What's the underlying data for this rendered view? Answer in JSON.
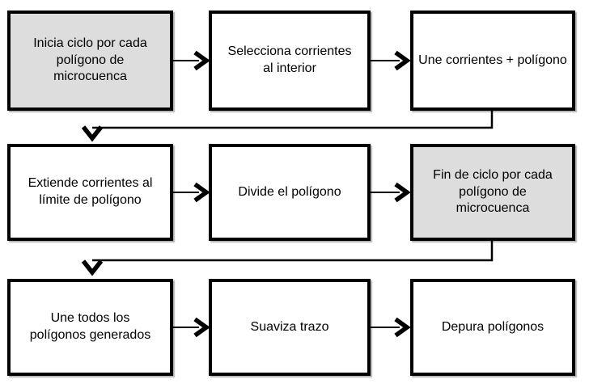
{
  "flowchart": {
    "colors": {
      "background": "#ffffff",
      "box_border": "#000000",
      "box_fill_default": "#ffffff",
      "box_fill_highlight": "#dddddd",
      "arrow": "#000000",
      "text": "#000000"
    },
    "nodes": [
      {
        "id": "inicia-ciclo",
        "label": "Inicia ciclo por cada\npolígono de\nmicrocuenca",
        "fill": "highlight",
        "row": 1,
        "col": 1
      },
      {
        "id": "selecciona-corrientes",
        "label": "Selecciona corrientes\nal interior",
        "fill": "default",
        "row": 1,
        "col": 2
      },
      {
        "id": "une-corrientes-poligono",
        "label": "Une corrientes + polígono",
        "fill": "default",
        "row": 1,
        "col": 3
      },
      {
        "id": "extiende-corrientes",
        "label": "Extiende corrientes al\nlímite de polígono",
        "fill": "default",
        "row": 2,
        "col": 1
      },
      {
        "id": "divide-poligono",
        "label": "Divide el polígono",
        "fill": "default",
        "row": 2,
        "col": 2
      },
      {
        "id": "fin-ciclo",
        "label": "Fin de ciclo por cada\npolígono de\nmicrocuenca",
        "fill": "highlight",
        "row": 2,
        "col": 3
      },
      {
        "id": "une-todos-poligonos",
        "label": "Une todos los\npolígonos generados",
        "fill": "default",
        "row": 3,
        "col": 1
      },
      {
        "id": "suaviza-trazo",
        "label": "Suaviza trazo",
        "fill": "default",
        "row": 3,
        "col": 2
      },
      {
        "id": "depura-poligonos",
        "label": "Depura polígonos",
        "fill": "default",
        "row": 3,
        "col": 3
      }
    ],
    "edges": [
      {
        "from": "inicia-ciclo",
        "to": "selecciona-corrientes"
      },
      {
        "from": "selecciona-corrientes",
        "to": "une-corrientes-poligono"
      },
      {
        "from": "une-corrientes-poligono",
        "to": "extiende-corrientes"
      },
      {
        "from": "extiende-corrientes",
        "to": "divide-poligono"
      },
      {
        "from": "divide-poligono",
        "to": "fin-ciclo"
      },
      {
        "from": "fin-ciclo",
        "to": "une-todos-poligonos"
      },
      {
        "from": "une-todos-poligonos",
        "to": "suaviza-trazo"
      },
      {
        "from": "suaviza-trazo",
        "to": "depura-poligonos"
      }
    ]
  }
}
